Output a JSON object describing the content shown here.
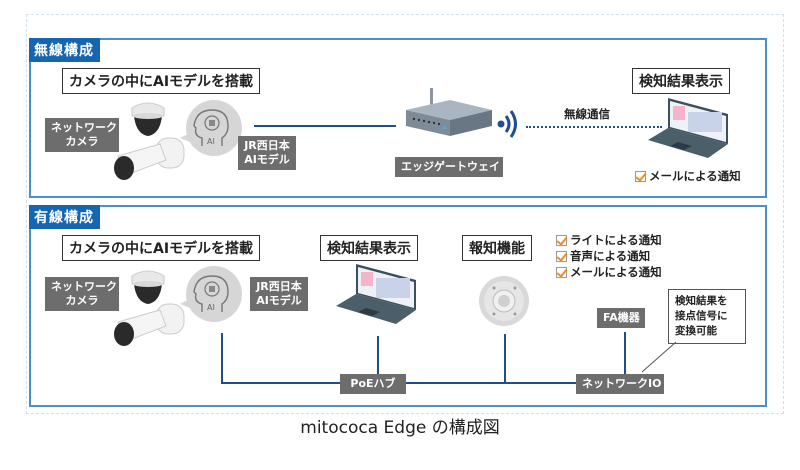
{
  "caption": "mitococa Edge の構成図",
  "colors": {
    "section_border": "#4a90c8",
    "section_tag": "#1565b0",
    "line": "#1e4f8c",
    "label_gray": "#6d6d6d",
    "check_orange": "#f08a1c"
  },
  "wireless": {
    "tag": "無線構成",
    "camera_ai_title": "カメラの中にAIモデルを搭載",
    "network_camera_label": [
      "ネットワーク",
      "カメラ"
    ],
    "ai_badge": "AI",
    "ai_model_label": [
      "JR西日本",
      "AIモデル"
    ],
    "gateway_label": "エッジゲートウェイ",
    "wireless_comm_label": "無線通信",
    "result_title": "検知結果表示",
    "notifications": [
      "メールによる通知"
    ]
  },
  "wired": {
    "tag": "有線構成",
    "camera_ai_title": "カメラの中にAIモデルを搭載",
    "network_camera_label": [
      "ネットワーク",
      "カメラ"
    ],
    "ai_badge": "AI",
    "ai_model_label": [
      "JR西日本",
      "AIモデル"
    ],
    "result_title": "検知結果表示",
    "alert_title": "報知機能",
    "notifications": [
      "ライトによる通知",
      "音声による通知",
      "メールによる通知"
    ],
    "fa_label": "FA機器",
    "poe_label": "PoEハブ",
    "network_io_label": "ネットワークIO",
    "note": [
      "検知結果を",
      "接点信号に",
      "変換可能"
    ]
  }
}
